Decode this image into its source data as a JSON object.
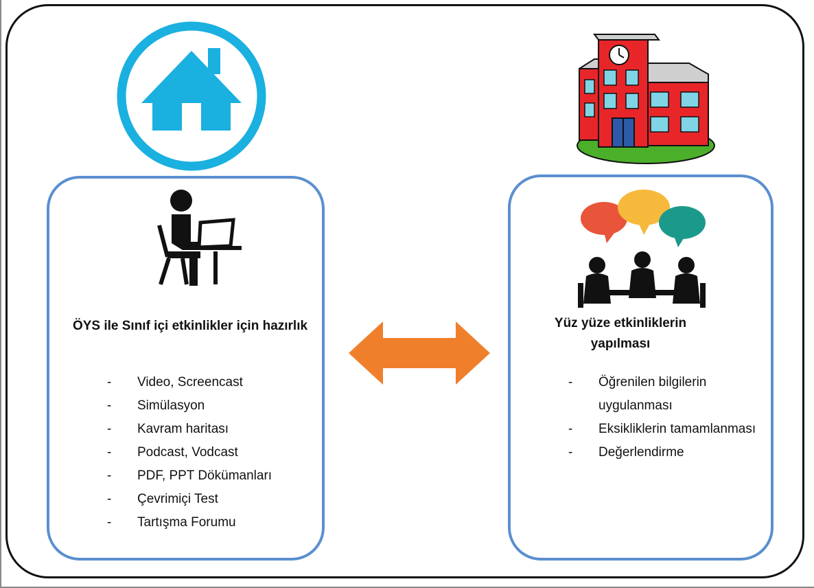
{
  "left_panel": {
    "title": "ÖYS ile Sınıf içi etkinlikler için hazırlık",
    "items": [
      "Video, Screencast",
      "Simülasyon",
      "Kavram haritası",
      "Podcast, Vodcast",
      "PDF, PPT Dökümanları",
      "Çevrimiçi Test",
      "Tartışma Forumu"
    ],
    "dash": "-"
  },
  "right_panel": {
    "title": "Yüz yüze etkinliklerin yapılması",
    "items": [
      "Öğrenilen bilgilerin uygulanması",
      "Eksikliklerin tamamlanması",
      "Değerlendirme"
    ],
    "dash": "-"
  },
  "icons": {
    "home": "home-icon",
    "school": "school-building-icon",
    "student": "student-at-laptop-icon",
    "meeting": "group-discussion-icon",
    "arrow": "double-arrow-icon"
  },
  "colors": {
    "home_blue": "#1ab0e0",
    "panel_border": "#5b8fcf",
    "arrow_orange": "#f07f2c",
    "school_red": "#e8262a",
    "bubble_red": "#e8553a",
    "bubble_yellow": "#f6b93b",
    "bubble_teal": "#1b9a8b"
  }
}
